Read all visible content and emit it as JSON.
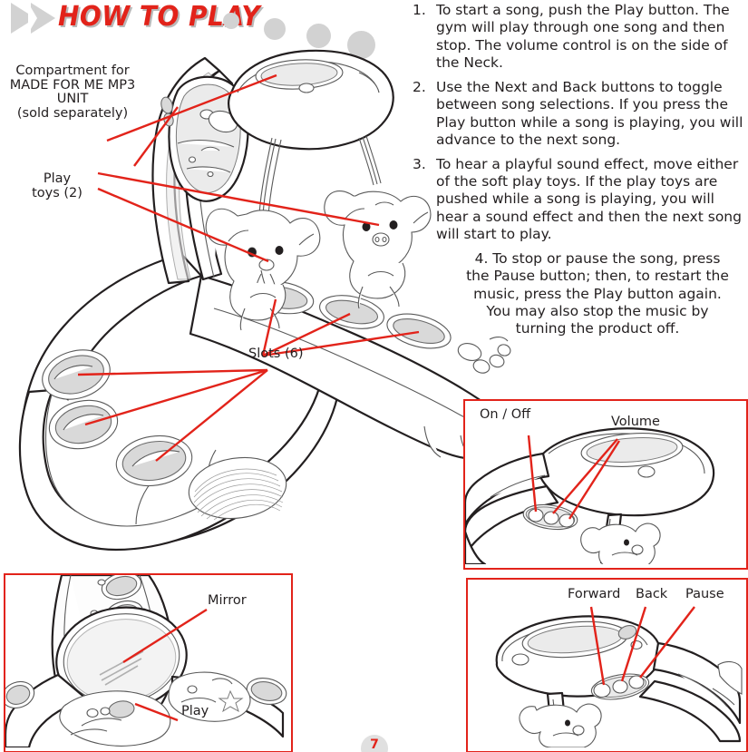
{
  "page": {
    "title": "HOW TO PLAY",
    "page_number": "7",
    "accent_color": "#e2231a",
    "text_color": "#231f20",
    "decor_color": "#d2d2d2",
    "header_icon": "double-chevron-play-icon",
    "header_dot_count": 4
  },
  "diagram": {
    "callouts": [
      {
        "id": "compartment",
        "name": "compartment-callout",
        "text": "Compartment for\nMADE FOR ME MP3\nUNIT\n(sold separately)"
      },
      {
        "id": "play_toys",
        "name": "play-toys-callout",
        "text": "Play\ntoys (2)"
      },
      {
        "id": "slots",
        "name": "slots-callout",
        "text": "Slots (6)"
      }
    ]
  },
  "instructions": {
    "items": [
      {
        "number": "1.",
        "text": "To start a song, push the Play button. The gym will play through one song and then stop. The volume control is on the side of the Neck."
      },
      {
        "number": "2.",
        "text": "Use the Next and Back buttons to toggle between song selections. If you press the Play button while a song is playing, you will advance to the next song."
      },
      {
        "number": "3.",
        "text": "To hear a playful sound effect, move either of the soft play toys. If the play toys are pushed while a song is playing, you will hear a sound effect and then the next song will start to play."
      }
    ],
    "item4": {
      "number": "4.",
      "text": "4. To stop or pause the song, press the Pause button; then, to restart the music, press the Play button again. You may also stop the music by turning the product off."
    }
  },
  "insets": {
    "on_off_volume": {
      "name": "on-off-volume-inset",
      "labels": {
        "on_off": "On / Off",
        "volume": "Volume"
      }
    },
    "transport_buttons": {
      "name": "transport-buttons-inset",
      "labels": {
        "forward": "Forward",
        "back": "Back",
        "pause": "Pause"
      }
    },
    "mirror_play": {
      "name": "mirror-play-inset",
      "labels": {
        "mirror": "Mirror",
        "play": "Play"
      }
    }
  }
}
